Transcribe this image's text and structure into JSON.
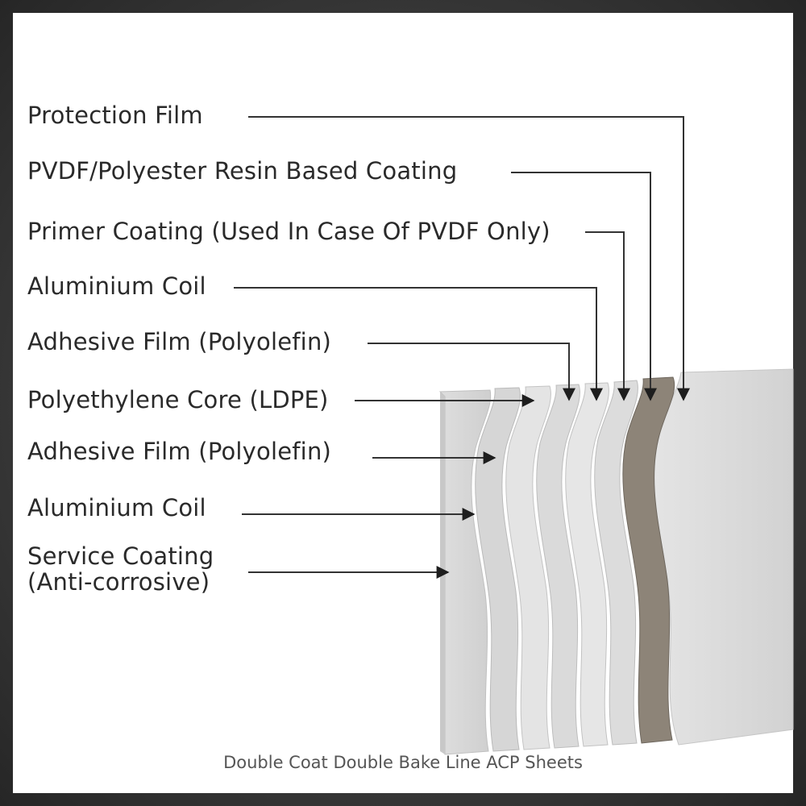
{
  "layers": [
    {
      "label": "Protection Film"
    },
    {
      "label": "PVDF/Polyester Resin Based Coating"
    },
    {
      "label": "Primer Coating (Used In Case Of PVDF Only)"
    },
    {
      "label": "Aluminium Coil"
    },
    {
      "label": "Adhesive Film (Polyolefin)"
    },
    {
      "label": "Polyethylene Core (LDPE)"
    },
    {
      "label": "Adhesive Film (Polyolefin)"
    },
    {
      "label": "Aluminium Coil"
    },
    {
      "label": "Service Coating"
    },
    {
      "label": "(Anti-corrosive)"
    }
  ],
  "caption": "Double Coat Double Bake Line ACP Sheets",
  "colors": {
    "core": "#8d8478",
    "sheet": "#d7d7d7",
    "leader": "#333333"
  }
}
